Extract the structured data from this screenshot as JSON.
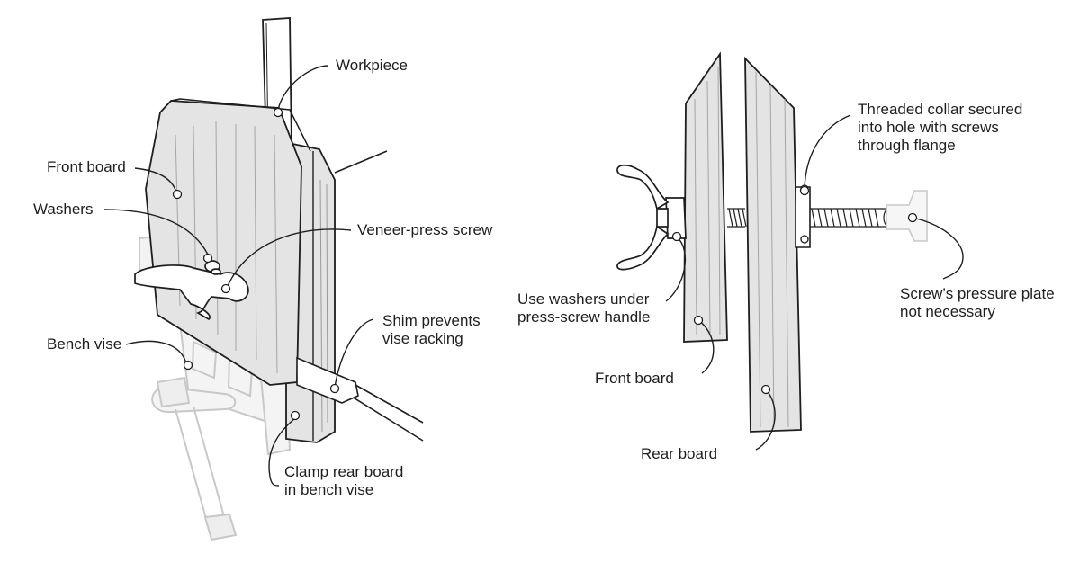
{
  "left_figure": {
    "workpiece": "Workpiece",
    "front_board": "Front board",
    "washers": "Washers",
    "veneer_press_screw": "Veneer-press screw",
    "shim_line1": "Shim prevents",
    "shim_line2": "vise racking",
    "bench_vise": "Bench vise",
    "clamp_line1": "Clamp rear board",
    "clamp_line2": "in bench vise"
  },
  "right_figure": {
    "collar_line1": "Threaded collar secured",
    "collar_line2": "into hole with screws",
    "collar_line3": "through flange",
    "use_washers_line1": "Use washers under",
    "use_washers_line2": "press-screw handle",
    "pressure_plate_line1": "Screw’s pressure plate",
    "pressure_plate_line2": "not necessary",
    "front_board": "Front board",
    "rear_board": "Rear board"
  },
  "colors": {
    "board_fill": "#e4e4e4",
    "ink": "#1e1e1e",
    "ghost_vise": "#c8c8c8"
  }
}
